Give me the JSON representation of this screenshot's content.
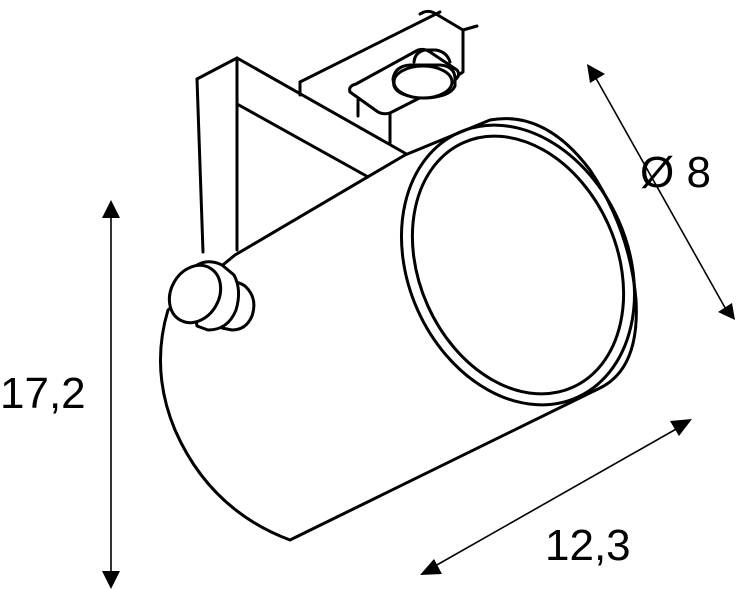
{
  "drawing": {
    "subject": "track spotlight technical line drawing",
    "line_color": "#000000",
    "background": "#ffffff"
  },
  "dimensions": {
    "height": {
      "label": "17,2"
    },
    "length": {
      "label": "12,3"
    },
    "diameter": {
      "label": "Ø 8",
      "symbol": "Ø",
      "value": "8"
    }
  }
}
